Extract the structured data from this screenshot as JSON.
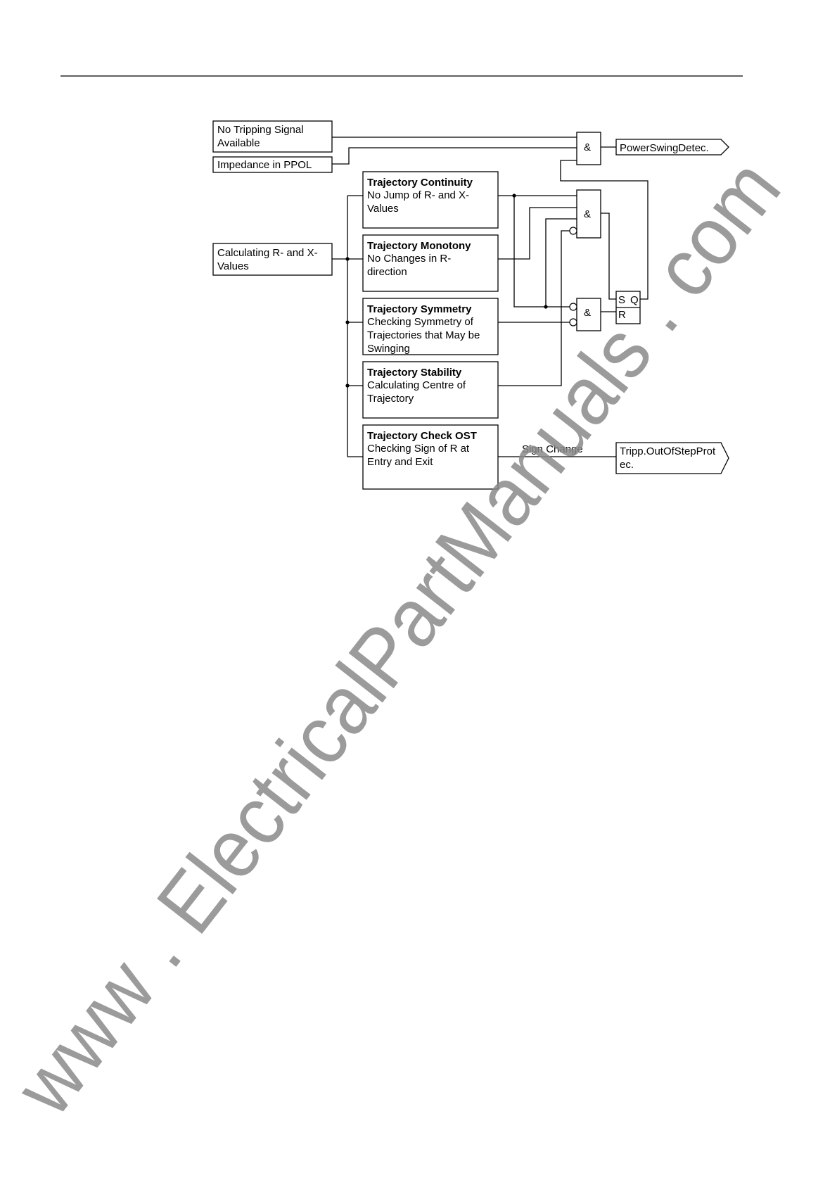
{
  "inputs": {
    "no_tripping": [
      "No Tripping Signal",
      "Available"
    ],
    "impedance": [
      "Impedance in PPOL"
    ],
    "calculating": [
      "Calculating R- and X-",
      "Values"
    ]
  },
  "blocks": {
    "continuity": {
      "title": "Trajectory Continuity",
      "lines": [
        "No Jump of R- and X-",
        "Values"
      ]
    },
    "monotony": {
      "title": "Trajectory Monotony",
      "lines": [
        "No Changes in R-",
        "direction"
      ]
    },
    "symmetry": {
      "title": "Trajectory Symmetry",
      "lines": [
        "Checking Symmetry of",
        "Trajectories that May be",
        "Swinging"
      ]
    },
    "stability": {
      "title": "Trajectory Stability",
      "lines": [
        "Calculating Centre of",
        "Trajectory"
      ]
    },
    "check_ost": {
      "title": "Trajectory Check OST",
      "lines": [
        "Checking Sign of R at",
        "Entry and Exit"
      ]
    }
  },
  "gates": {
    "and_symbol": "&"
  },
  "flipflop": {
    "s": "S",
    "q": "Q",
    "r": "R"
  },
  "outputs": {
    "power_swing": [
      "PowerSwingDetec."
    ],
    "out_of_step": [
      "Tripp.OutOfStepProt",
      "ec."
    ]
  },
  "signal_labels": {
    "sign_change": "Sign Change"
  },
  "watermark": "www . ElectricalPartManuals . com"
}
